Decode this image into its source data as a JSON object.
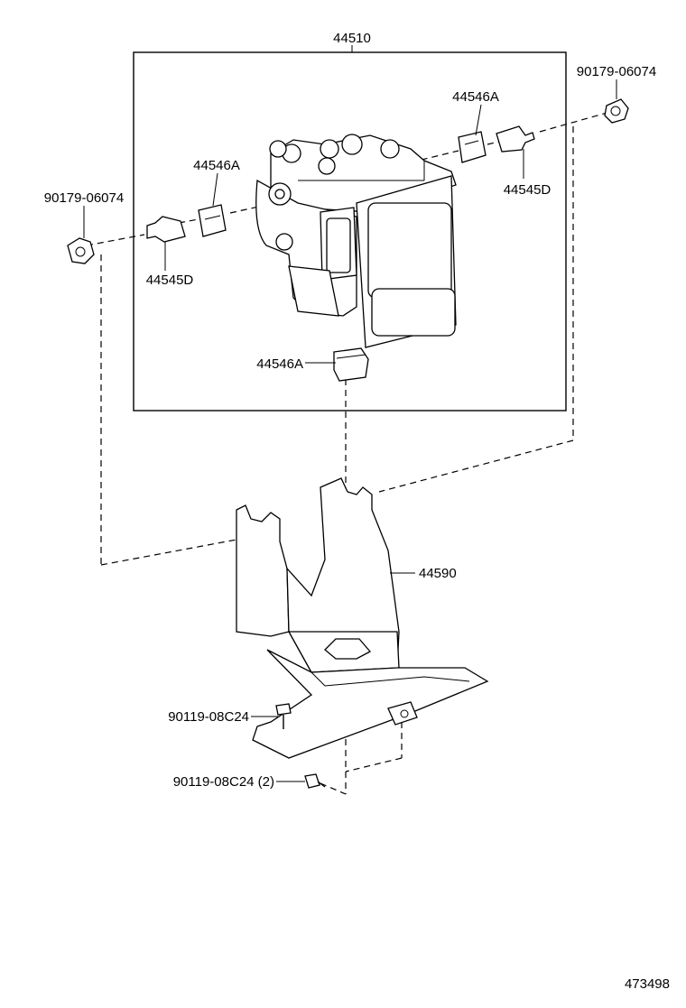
{
  "diagram": {
    "callouts": {
      "assembly": "44510",
      "nut_right": "90179-06074",
      "nut_left": "90179-06074",
      "grommet_top_right": "44546A",
      "grommet_top_left": "44546A",
      "grommet_bottom": "44546A",
      "stud_right": "44545D",
      "stud_left": "44545D",
      "bracket": "44590",
      "bolt_upper": "90119-08C24",
      "bolt_lower": "90119-08C24 (2)"
    },
    "figure_number": "473498"
  }
}
